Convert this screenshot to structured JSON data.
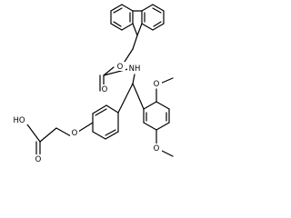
{
  "molecule": {
    "labels": {
      "o_ester": "O",
      "o_carbonyl": "O",
      "nh": "NH",
      "o_methoxy_top": "O",
      "o_methoxy_bottom": "O",
      "o_ether": "O",
      "acid_ho": "HO",
      "acid_o": "O"
    }
  }
}
